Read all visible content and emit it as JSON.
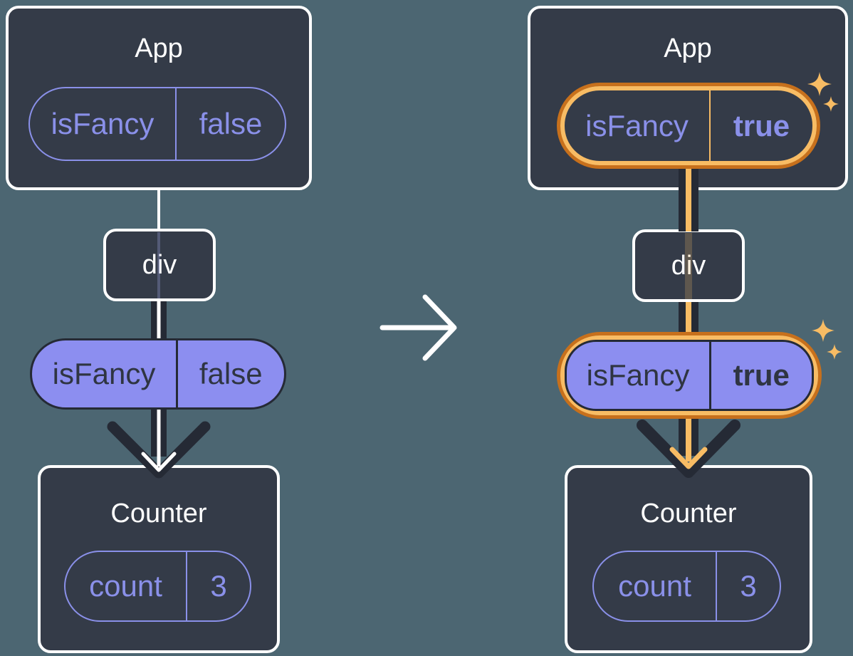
{
  "colors": {
    "background": "#4C6672",
    "box_fill": "#343B48",
    "box_border": "#FFFFFF",
    "purple": "#8A90E9",
    "purple_fill": "#8C8EF0",
    "dark": "#252A35",
    "dark_text": "#2F3542",
    "orange_dark": "#C7701C",
    "orange_light": "#F8BC64",
    "white": "#FFFFFF"
  },
  "before": {
    "app": {
      "title": "App",
      "prop_name": "isFancy",
      "prop_value": "false"
    },
    "div": {
      "label": "div"
    },
    "passed_prop": {
      "name": "isFancy",
      "value": "false"
    },
    "counter": {
      "title": "Counter",
      "state_name": "count",
      "state_value": "3"
    }
  },
  "after": {
    "app": {
      "title": "App",
      "prop_name": "isFancy",
      "prop_value": "true"
    },
    "div": {
      "label": "div"
    },
    "passed_prop": {
      "name": "isFancy",
      "value": "true"
    },
    "counter": {
      "title": "Counter",
      "state_name": "count",
      "state_value": "3"
    }
  }
}
